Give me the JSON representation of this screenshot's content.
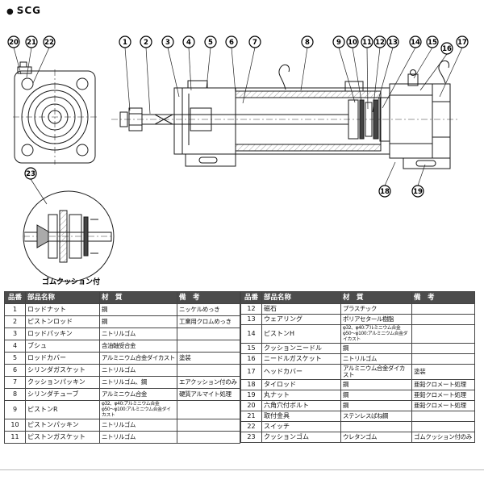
{
  "header": {
    "bullet": "●",
    "title": "SCG"
  },
  "diagram": {
    "balloons": [
      "1",
      "2",
      "3",
      "4",
      "5",
      "6",
      "7",
      "8",
      "9",
      "10",
      "11",
      "12",
      "13",
      "14",
      "15",
      "16",
      "17",
      "18",
      "19",
      "20",
      "21",
      "22",
      "23"
    ],
    "detail_caption": "ゴムクッション付"
  },
  "table": {
    "headers": {
      "no": "品番",
      "name": "部品名称",
      "material": "材　質",
      "note": "備　考"
    },
    "left_rows": [
      {
        "no": "1",
        "name": "ロッドナット",
        "material": "鋼",
        "note": "ニッケルめっき"
      },
      {
        "no": "2",
        "name": "ピストンロッド",
        "material": "鋼",
        "note": "工業用クロムめっき"
      },
      {
        "no": "3",
        "name": "ロッドパッキン",
        "material": "ニトリルゴム",
        "note": ""
      },
      {
        "no": "4",
        "name": "ブシュ",
        "material": "含油軸受合金",
        "note": ""
      },
      {
        "no": "5",
        "name": "ロッドカバー",
        "material": "アルミニウム合金ダイカスト",
        "note": "塗装"
      },
      {
        "no": "6",
        "name": "シリンダガスケット",
        "material": "ニトリルゴム",
        "note": ""
      },
      {
        "no": "7",
        "name": "クッションパッキン",
        "material": "ニトリルゴム、鋼",
        "note": "エアクッション付のみ"
      },
      {
        "no": "8",
        "name": "シリンダチューブ",
        "material": "アルミニウム合金",
        "note": "硬質アルマイト処理"
      },
      {
        "no": "9",
        "name": "ピストンR",
        "material": "φ32、φ40:アルミニウム合金\nφ50〜φ100:アルミニウム合金ダイカスト",
        "note": ""
      },
      {
        "no": "10",
        "name": "ピストンパッキン",
        "material": "ニトリルゴム",
        "note": ""
      },
      {
        "no": "11",
        "name": "ピストンガスケット",
        "material": "ニトリルゴム",
        "note": ""
      }
    ],
    "right_rows": [
      {
        "no": "12",
        "name": "磁石",
        "material": "プラスチック",
        "note": ""
      },
      {
        "no": "13",
        "name": "ウェアリング",
        "material": "ポリアセタール樹脂",
        "note": ""
      },
      {
        "no": "14",
        "name": "ピストンH",
        "material": "φ32、φ40:アルミニウム合金\nφ50〜φ100:アルミニウム合金ダイカスト",
        "note": ""
      },
      {
        "no": "15",
        "name": "クッションニードル",
        "material": "鋼",
        "note": ""
      },
      {
        "no": "16",
        "name": "ニードルガスケット",
        "material": "ニトリルゴム",
        "note": ""
      },
      {
        "no": "17",
        "name": "ヘッドカバー",
        "material": "アルミニウム合金ダイカスト",
        "note": "塗装"
      },
      {
        "no": "18",
        "name": "タイロッド",
        "material": "鋼",
        "note": "亜鉛クロメート処理"
      },
      {
        "no": "19",
        "name": "丸ナット",
        "material": "鋼",
        "note": "亜鉛クロメート処理"
      },
      {
        "no": "20",
        "name": "六角穴付ボルト",
        "material": "鋼",
        "note": "亜鉛クロメート処理"
      },
      {
        "no": "21",
        "name": "取付金具",
        "material": "ステンレスばね鋼",
        "note": ""
      },
      {
        "no": "22",
        "name": "スイッチ",
        "material": "",
        "note": ""
      },
      {
        "no": "23",
        "name": "クッションゴム",
        "material": "ウレタンゴム",
        "note": "ゴムクッション付のみ"
      }
    ]
  }
}
